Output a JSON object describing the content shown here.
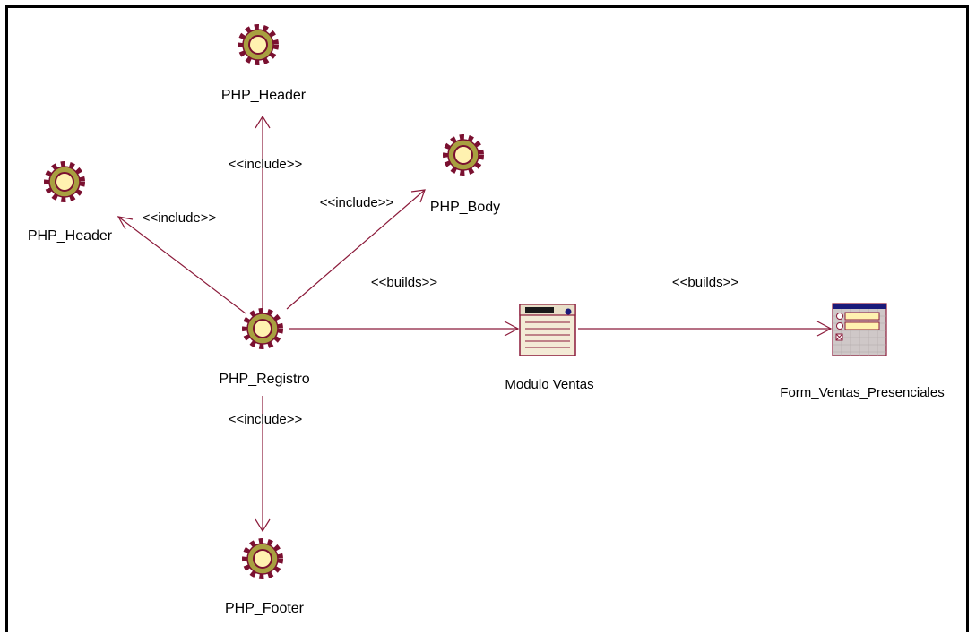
{
  "colors": {
    "connector": "#8b1a3a",
    "gear_fill": "#a8a040",
    "gear_stroke": "#7a1030",
    "gear_center": "#fff2b0",
    "form_header": "#1a1a7a",
    "page_bg": "#f3ebd6"
  },
  "nodes": {
    "header_top": {
      "label": "PHP_Header",
      "icon": "gear-icon"
    },
    "header_left": {
      "label": "PHP_Header",
      "icon": "gear-icon"
    },
    "body": {
      "label": "PHP_Body",
      "icon": "gear-icon"
    },
    "registro": {
      "label": "PHP_Registro",
      "icon": "gear-icon"
    },
    "footer": {
      "label": "PHP_Footer",
      "icon": "gear-icon"
    },
    "modulo": {
      "label": "Modulo Ventas",
      "icon": "server-page-icon"
    },
    "form": {
      "label": "Form_Ventas_Presenciales",
      "icon": "form-icon"
    }
  },
  "edges": {
    "to_header_top": {
      "label": "<<include>>"
    },
    "to_header_left": {
      "label": "<<include>>"
    },
    "to_body": {
      "label": "<<include>>"
    },
    "to_footer": {
      "label": "<<include>>"
    },
    "to_modulo": {
      "label": "<<builds>>"
    },
    "to_form": {
      "label": "<<builds>>"
    }
  }
}
